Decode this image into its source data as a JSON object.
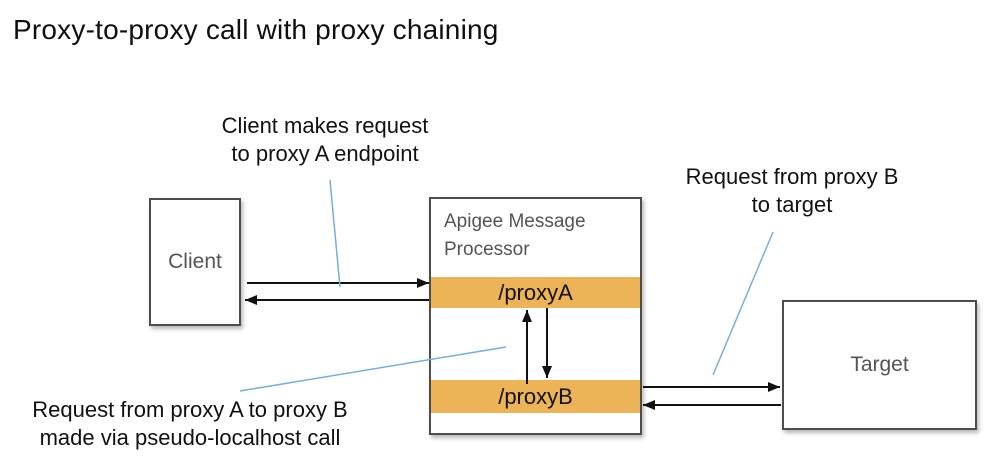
{
  "title": "Proxy-to-proxy call with proxy chaining",
  "colors": {
    "bar_orange": "#ECB457",
    "leader_blue": "#76AEDF",
    "border_gray": "#4D4D4D",
    "label_gray": "#545454",
    "arrow_black": "#111111",
    "bar_text": "#111111"
  },
  "nodes": {
    "client": {
      "label": "Client"
    },
    "processor": {
      "label": "Apigee Message Processor",
      "bars": [
        {
          "label": "/proxyA"
        },
        {
          "label": "/proxyB"
        }
      ]
    },
    "target": {
      "label": "Target"
    }
  },
  "annotations": {
    "client_request": {
      "line1": "Client makes request",
      "line2": "to proxy A endpoint"
    },
    "proxyb_to_target": {
      "line1": "Request from proxy B",
      "line2": "to target"
    },
    "proxya_to_proxyb": {
      "line1": "Request from proxy A to proxy B",
      "line2": "made via pseudo-localhost call"
    }
  }
}
